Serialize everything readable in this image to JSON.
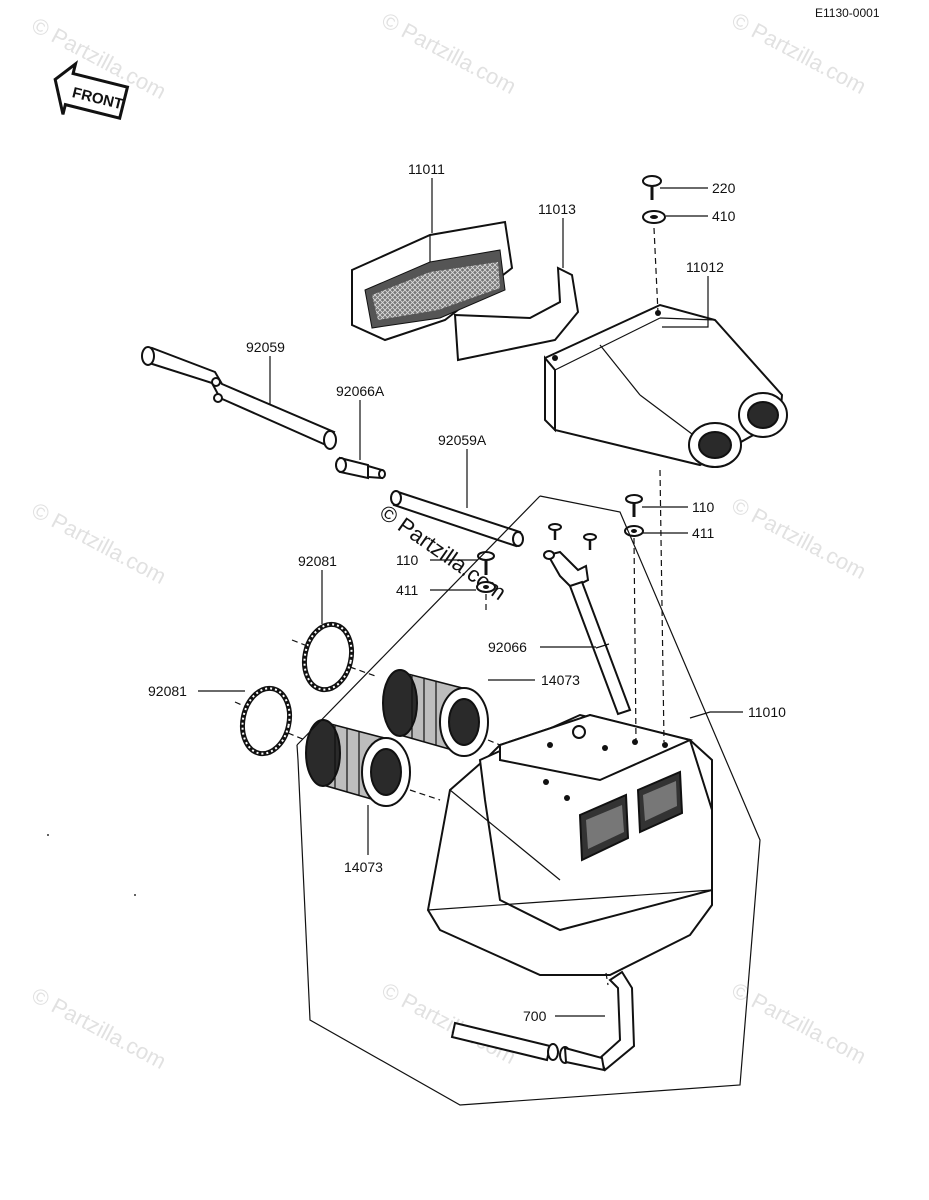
{
  "diagram_code": "E1130-0001",
  "front_label": "FRONT",
  "watermark": "© Partzilla.com",
  "callouts": {
    "p11011": "11011",
    "p11013": "11013",
    "p220": "220",
    "p410": "410",
    "p11012": "11012",
    "p92059": "92059",
    "p92066A": "92066A",
    "p92059A": "92059A",
    "p110_right": "110",
    "p411_right": "411",
    "p110_left": "110",
    "p411_left": "411",
    "p92081_top": "92081",
    "p92081_left": "92081",
    "p92066": "92066",
    "p14073_right": "14073",
    "p11010": "11010",
    "p14073_bottom": "14073",
    "p700": "700"
  }
}
